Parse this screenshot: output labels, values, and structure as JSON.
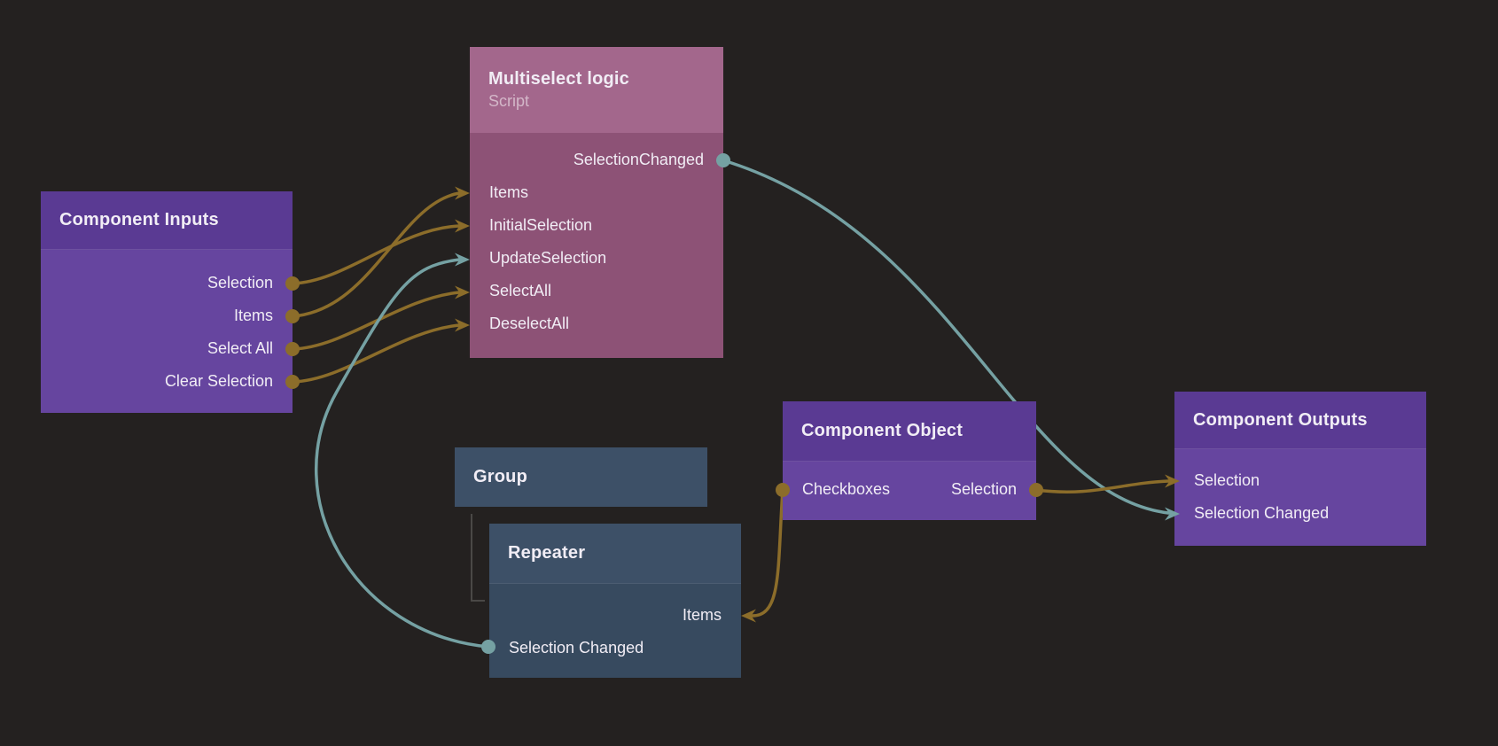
{
  "canvas": {
    "background": "#242120"
  },
  "colors": {
    "canvas_background": "#242120",
    "text": "#f1edf5",
    "purple_header": "#5a3a93",
    "purple_body": "#66459f",
    "pink_header": "#a3678c",
    "pink_body": "#8d5276",
    "blue_header": "#3d5067",
    "blue_body": "#374a5f",
    "edge_gold": "#8c6d2a",
    "edge_teal": "#75a1a3",
    "gray_connector": "#4a4846"
  },
  "nodes": {
    "component_inputs": {
      "title": "Component Inputs",
      "ports": {
        "selection": "Selection",
        "items": "Items",
        "select_all": "Select All",
        "clear_selection": "Clear Selection"
      }
    },
    "multiselect_logic": {
      "title": "Multiselect logic",
      "subtitle": "Script",
      "ports": {
        "selection_changed": "SelectionChanged",
        "items": "Items",
        "initial_selection": "InitialSelection",
        "update_selection": "UpdateSelection",
        "select_all": "SelectAll",
        "deselect_all": "DeselectAll"
      }
    },
    "group": {
      "title": "Group"
    },
    "repeater": {
      "title": "Repeater",
      "ports": {
        "items": "Items",
        "selection_changed": "Selection Changed"
      }
    },
    "component_object": {
      "title": "Component Object",
      "ports": {
        "checkboxes": "Checkboxes",
        "selection": "Selection"
      }
    },
    "component_outputs": {
      "title": "Component Outputs",
      "ports": {
        "selection": "Selection",
        "selection_changed": "Selection Changed"
      }
    }
  },
  "edges": [
    {
      "from": "Component Inputs.Selection",
      "to": "Multiselect logic.InitialSelection",
      "color": "gold"
    },
    {
      "from": "Component Inputs.Items",
      "to": "Multiselect logic.Items",
      "color": "gold"
    },
    {
      "from": "Component Inputs.Select All",
      "to": "Multiselect logic.SelectAll",
      "color": "gold"
    },
    {
      "from": "Component Inputs.Clear Selection",
      "to": "Multiselect logic.DeselectAll",
      "color": "gold"
    },
    {
      "from": "Repeater.Selection Changed",
      "to": "Multiselect logic.UpdateSelection",
      "color": "teal"
    },
    {
      "from": "Multiselect logic.SelectionChanged",
      "to": "Component Outputs.Selection Changed",
      "color": "teal"
    },
    {
      "from": "Component Object.Selection",
      "to": "Component Outputs.Selection",
      "color": "gold"
    },
    {
      "from": "Component Object.Checkboxes",
      "to": "Repeater.Items",
      "color": "gold"
    },
    {
      "parent": "Group",
      "child": "Repeater",
      "type": "hierarchy"
    }
  ]
}
